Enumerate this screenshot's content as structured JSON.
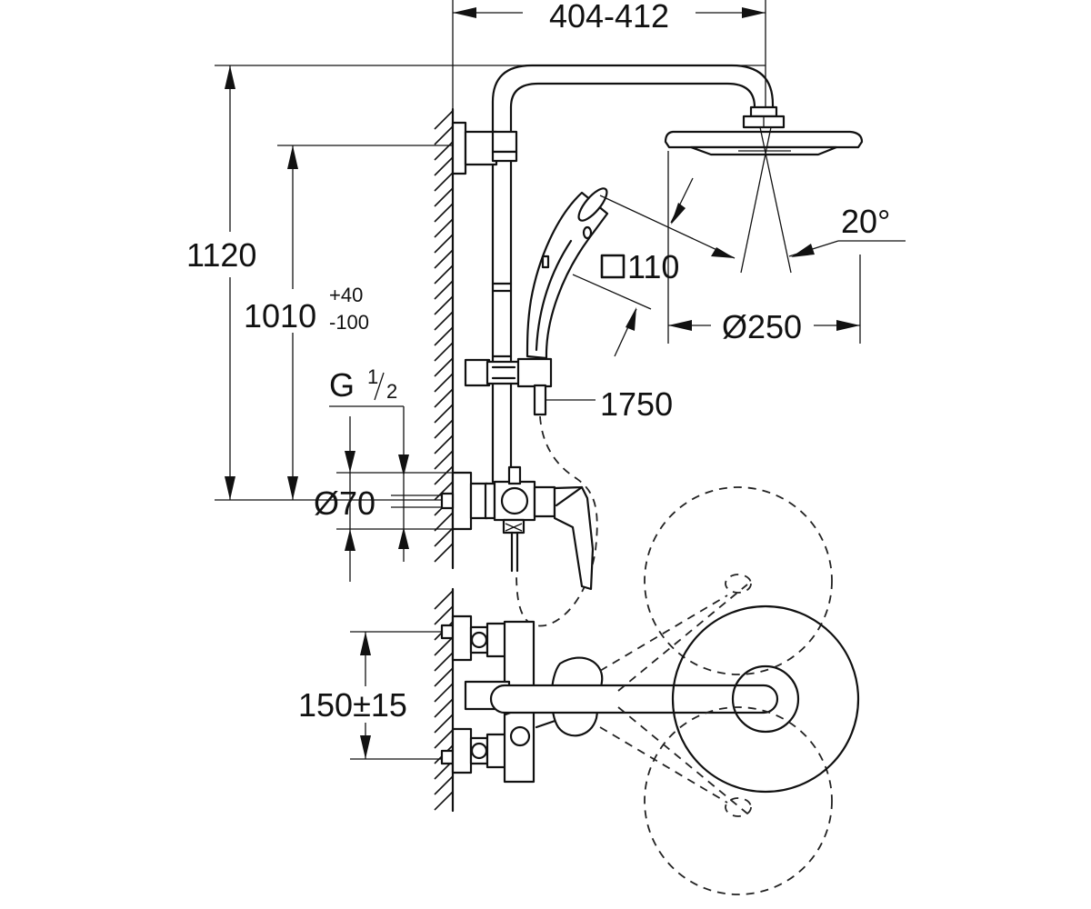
{
  "dimensions": {
    "arm_reach": "404-412",
    "total_height": "1120",
    "rail_height_base": "1010",
    "rail_tolerance_plus": "+40",
    "rail_tolerance_minus": "-100",
    "thread_size_letter": "G",
    "thread_size_num": "1",
    "thread_size_den": "2",
    "rosette_diameter": "Ø70",
    "head_shower_diameter": "Ø250",
    "hand_shower_size": "110",
    "hose_length": "1750",
    "spray_angle": "20°",
    "connection_spacing": "150±15"
  }
}
